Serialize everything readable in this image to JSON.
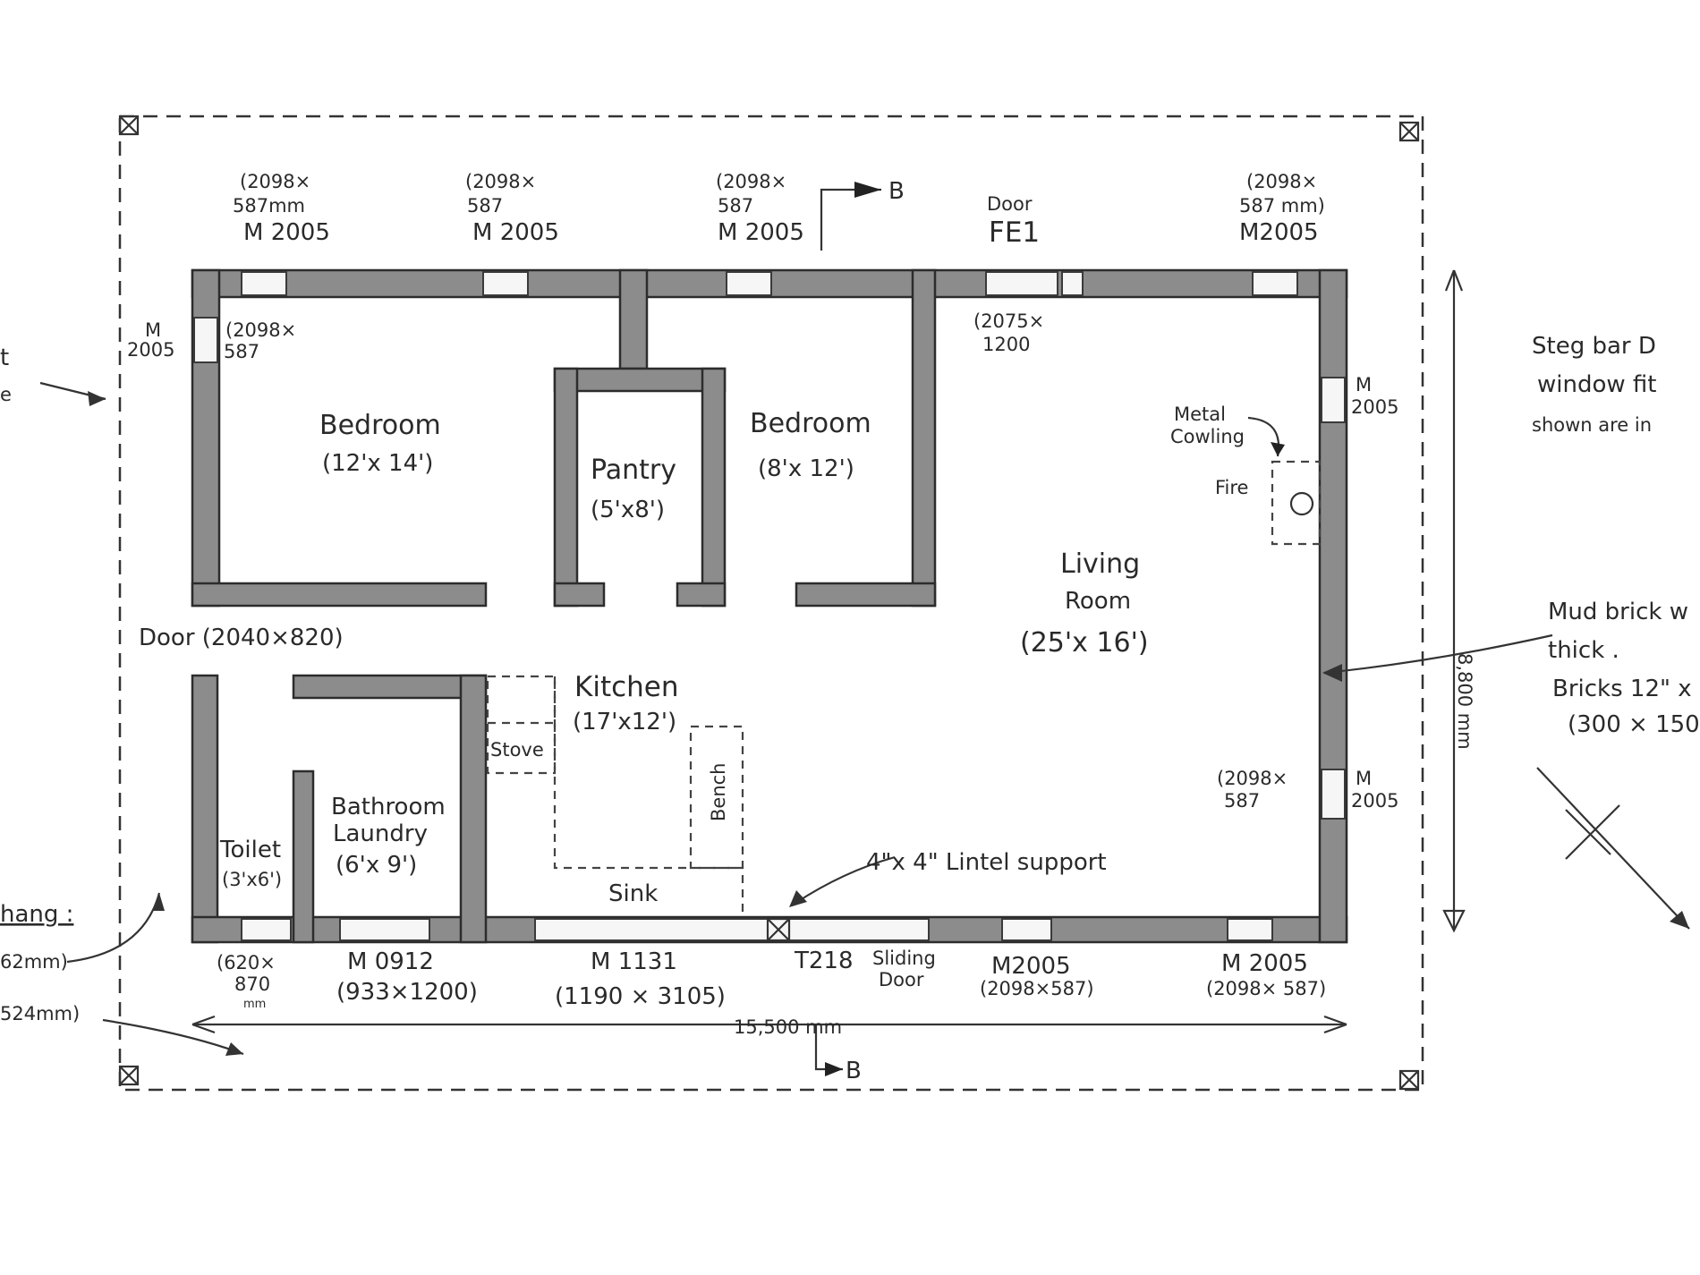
{
  "top_labels": [
    {
      "size": "(2098×",
      "size2": "587mm",
      "code": "M 2005"
    },
    {
      "size": "(2098×",
      "size2": "587",
      "code": "M 2005"
    },
    {
      "size": "(2098×",
      "size2": "587",
      "code": "M 2005"
    },
    {
      "size": "Door",
      "size2": "",
      "code": "FE1"
    },
    {
      "size": "(2098×",
      "size2": "587 mm)",
      "code": "M2005"
    }
  ],
  "section_marker": "B",
  "left_window": {
    "code1": "M",
    "code2": "2005",
    "size1": "(2098×",
    "size2": "587"
  },
  "rooms": {
    "bedroom1": {
      "name": "Bedroom",
      "dims": "(12'x 14')"
    },
    "pantry": {
      "name": "Pantry",
      "dims": "(5'x8')"
    },
    "bedroom2": {
      "name": "Bedroom",
      "dims": "(8'x 12')"
    },
    "living": {
      "name1": "Living",
      "name2": "Room",
      "dims": "(25'x 16')"
    },
    "kitchen": {
      "name": "Kitchen",
      "dims": "(17'x12')"
    },
    "bathroom": {
      "name1": "Bathroom",
      "name2": "Laundry",
      "dims": "(6'x 9')"
    },
    "toilet": {
      "name": "Toilet",
      "dims": "(3'x6')"
    }
  },
  "fixtures": {
    "stove": "Stove",
    "bench": "Bench",
    "sink": "Sink",
    "fire": "Fire",
    "metal_cowling1": "Metal",
    "metal_cowling2": "Cowling",
    "lintel": "4\"x 4\" Lintel support"
  },
  "living_window": {
    "size1": "(2075×",
    "size2": "1200"
  },
  "right_windows": [
    {
      "code1": "M",
      "code2": "2005"
    },
    {
      "code1": "M",
      "code2": "2005",
      "size1": "(2098×",
      "size2": "587"
    }
  ],
  "door_label": "Door (2040×820)",
  "bottom_labels": [
    {
      "l1": "(620×",
      "l2": "870",
      "l3": "mm"
    },
    {
      "l1": "M 0912",
      "l2": "(933×1200)"
    },
    {
      "l1": "M 1131",
      "l2": "(1190 × 3105)"
    },
    {
      "l1": "T218"
    },
    {
      "l1": "Sliding",
      "l2": "Door"
    },
    {
      "l1": "M2005",
      "l2": "(2098×587)"
    },
    {
      "l1": "M 2005",
      "l2": "(2098× 587)"
    }
  ],
  "width_dim": "15,500 mm",
  "height_dim": "8,800 mm",
  "right_notes": {
    "n1": "Steg bar  D",
    "n2": "window  fit",
    "n3": "shown  are  in",
    "n4": "Mud brick w",
    "n5": "thick .",
    "n6": "Bricks  12\" x",
    "n7": "(300 × 150"
  },
  "left_notes": {
    "n1": "t",
    "n2": "e",
    "n3": "hang :",
    "n4": "62mm)",
    "n5": "524mm)"
  }
}
